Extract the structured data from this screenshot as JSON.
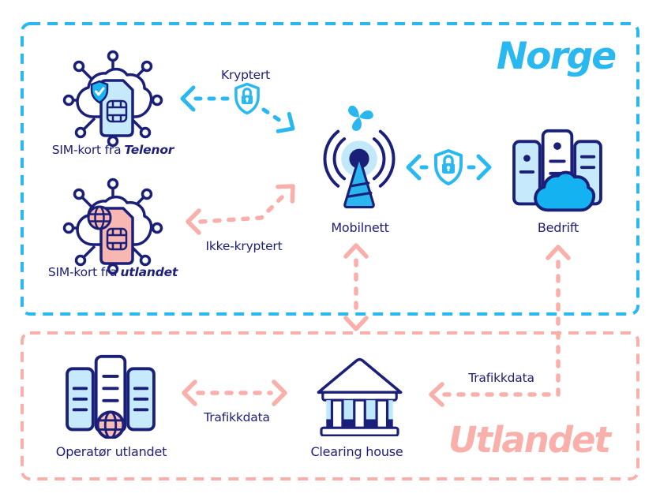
{
  "diagram": {
    "regions": {
      "norge": {
        "title": "Norge"
      },
      "utlandet": {
        "title": "Utlandet"
      }
    },
    "nodes": {
      "sim_telenor": {
        "label_prefix": "SIM-kort fra",
        "label_emphasis": "Telenor"
      },
      "sim_utlandet": {
        "label_prefix": "SIM-kort fra",
        "label_emphasis": "utlandet"
      },
      "mobilnett": {
        "label": "Mobilnett"
      },
      "bedrift": {
        "label": "Bedrift"
      },
      "operator_utlandet": {
        "label": "Operatør utlandet"
      },
      "clearing_house": {
        "label": "Clearing house"
      }
    },
    "edges": {
      "kryptert": {
        "label": "Kryptert"
      },
      "ikke_kryptert": {
        "label": "Ikke-kryptert"
      },
      "trafikkdata_operator": {
        "label": "Trafikkdata"
      },
      "trafikkdata_bedrift": {
        "label": "Trafikkdata"
      }
    },
    "colors": {
      "cyan": "#29b8f0",
      "bright_cyan": "#1ab4f0",
      "pink": "#f9b0ab",
      "pink_fill": "#f8b7b2",
      "navy": "#1a1f78",
      "light_blue": "#c6eafc",
      "label_navy": "#1f2077",
      "background": "#ffffff"
    }
  }
}
